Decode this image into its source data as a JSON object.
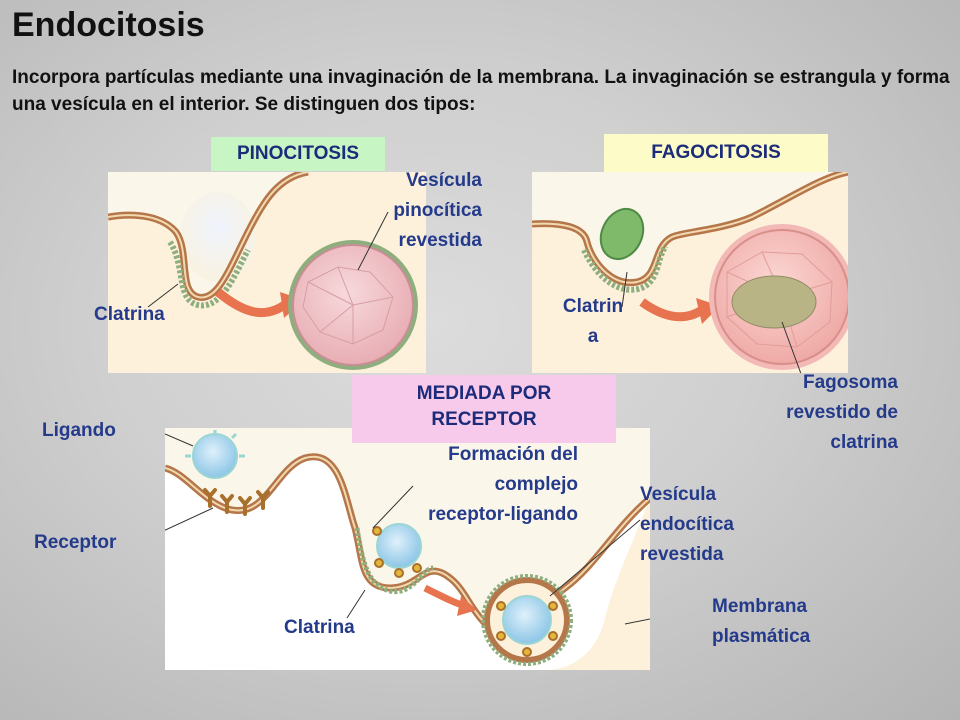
{
  "title": "Endocitosis",
  "intro": "Incorpora partículas mediante una invaginación de la membrana. La invaginación se estrangula y forma una vesícula en el interior. Se distinguen dos tipos:",
  "panels": {
    "pinocitosis": {
      "tag": "PINOCITOSIS",
      "vesicle_label_lines": [
        "Vesícula",
        "pinocítica",
        "revestida"
      ],
      "clathrin_label": "Clatrina"
    },
    "fagocitosis": {
      "tag": "FAGOCITOSIS",
      "clathrin_label_lines": [
        "Clatrin",
        "a"
      ],
      "phagosome_label_lines": [
        "Fagosoma",
        "revestido de",
        "clatrina"
      ]
    },
    "mediada": {
      "tag_lines": [
        "MEDIADA POR",
        "RECEPTOR"
      ],
      "ligand_label": "Ligando",
      "receptor_label": "Receptor",
      "complex_label_lines": [
        "Formación del",
        "complejo",
        "receptor-ligando"
      ],
      "clathrin_label": "Clatrina",
      "vesicle_label_lines": [
        "Vesícula",
        "endocítica",
        "revestida"
      ],
      "membrane_label_lines": [
        "Membrana",
        "plasmática"
      ]
    }
  },
  "colors": {
    "tag_text": "#1c2c7a",
    "label_text": "#243a8a",
    "pinocitosis_tag_bg": "#c8f5c4",
    "fagocitosis_tag_bg": "#fdfbc7",
    "mediada_tag_bg": "#f7c9ea",
    "membrane": "#b5764a",
    "clathrin_coat": "#8fae7e",
    "arrow": "#e8734f"
  }
}
